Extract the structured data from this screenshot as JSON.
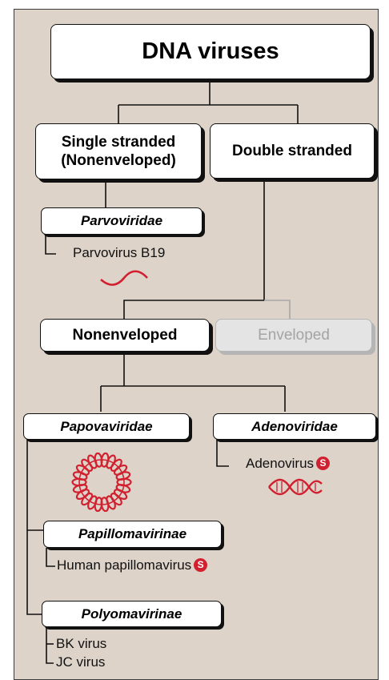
{
  "root": {
    "label": "DNA viruses"
  },
  "single_stranded": {
    "label_line1": "Single stranded",
    "label_line2": "(Nonenveloped)"
  },
  "double_stranded": {
    "label": "Double stranded"
  },
  "parvoviridae": {
    "label": "Parvoviridae",
    "members": [
      "Parvovirus B19"
    ]
  },
  "nonenveloped": {
    "label": "Nonenveloped"
  },
  "enveloped": {
    "label": "Enveloped"
  },
  "papovaviridae": {
    "label": "Papovaviridae"
  },
  "adenoviridae": {
    "label": "Adenoviridae",
    "members": [
      "Adenovirus"
    ]
  },
  "papillomavirinae": {
    "label": "Papillomavirinae",
    "members": [
      "Human papillomavirus"
    ]
  },
  "polyomavirinae": {
    "label": "Polyomavirinae",
    "members": [
      "BK virus",
      "JC virus"
    ]
  },
  "badge": {
    "letter": "S"
  },
  "colors": {
    "background": "#ddd3c9",
    "dna_red": "#d1202f",
    "disabled_gray": "#a4a4a4",
    "line": "#111111"
  },
  "icons": [
    "single-strand-dna-icon",
    "circular-dna-icon",
    "double-strand-dna-icon"
  ]
}
